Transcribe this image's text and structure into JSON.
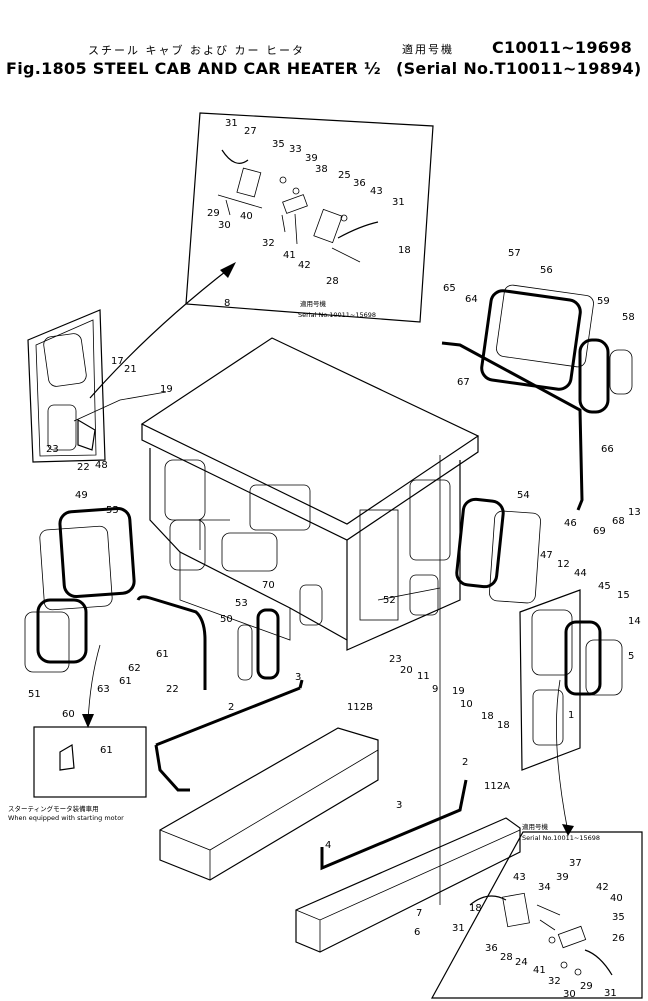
{
  "header": {
    "title_jp": "スチール キャブ および カー ヒータ",
    "fig_title": "Fig.1805 STEEL CAB AND CAR HEATER ½",
    "serial_jp": "適用号機",
    "serial_1": "C10011~19698",
    "serial_2": "(Serial No.T10011~19894)"
  },
  "insets": {
    "top_serial_jp": "適用号機",
    "top_serial": "Serial No.10011~15698",
    "bottom_serial_jp": "適用号機",
    "bottom_serial": "Serial No.10011~15698",
    "note_jp": "スターティングモータ装備車用",
    "note_en": "When equipped with starting motor"
  },
  "callouts": [
    "31",
    "27",
    "35",
    "33",
    "39",
    "38",
    "25",
    "36",
    "43",
    "31",
    "29",
    "30",
    "40",
    "32",
    "41",
    "42",
    "28",
    "18",
    "8",
    "65",
    "64",
    "57",
    "56",
    "59",
    "58",
    "67",
    "66",
    "69",
    "68",
    "13",
    "17",
    "21",
    "19",
    "23",
    "22",
    "48",
    "49",
    "55",
    "54",
    "46",
    "47",
    "12",
    "44",
    "45",
    "15",
    "14",
    "5",
    "52",
    "53",
    "70",
    "50",
    "51",
    "60",
    "61",
    "62",
    "63",
    "61",
    "22",
    "23",
    "20",
    "11",
    "9",
    "19",
    "10",
    "18",
    "18",
    "1",
    "2",
    "3",
    "112B",
    "112A",
    "2",
    "3",
    "4",
    "7",
    "6",
    "43",
    "37",
    "39",
    "42",
    "40",
    "34",
    "35",
    "31",
    "18",
    "36",
    "28",
    "24",
    "41",
    "26",
    "32",
    "30",
    "29",
    "31",
    "61"
  ]
}
